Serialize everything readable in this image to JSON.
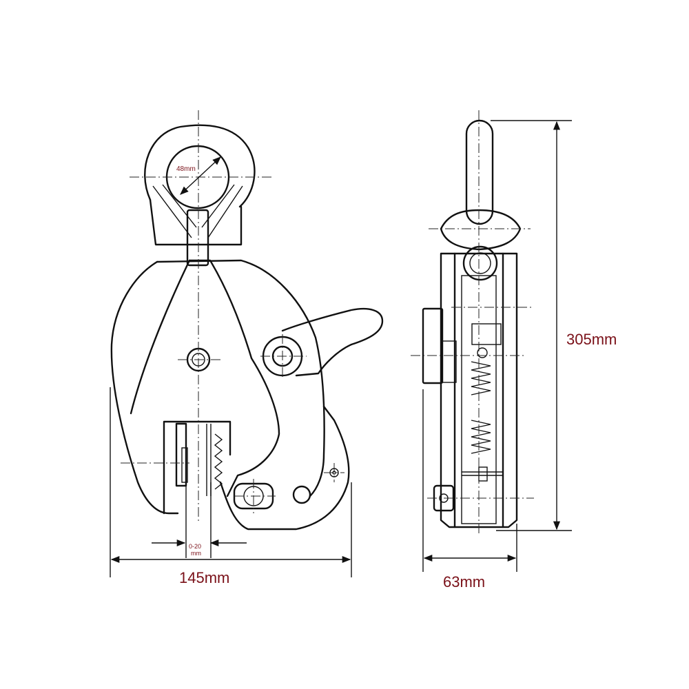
{
  "dimensions": {
    "eye_diameter": "48mm",
    "jaw_opening_value": "0-20",
    "jaw_opening_unit": "mm",
    "width": "145mm",
    "height": "305mm",
    "depth": "63mm"
  },
  "colors": {
    "line": "#111111",
    "label": "#7a1018",
    "background": "#ffffff"
  }
}
